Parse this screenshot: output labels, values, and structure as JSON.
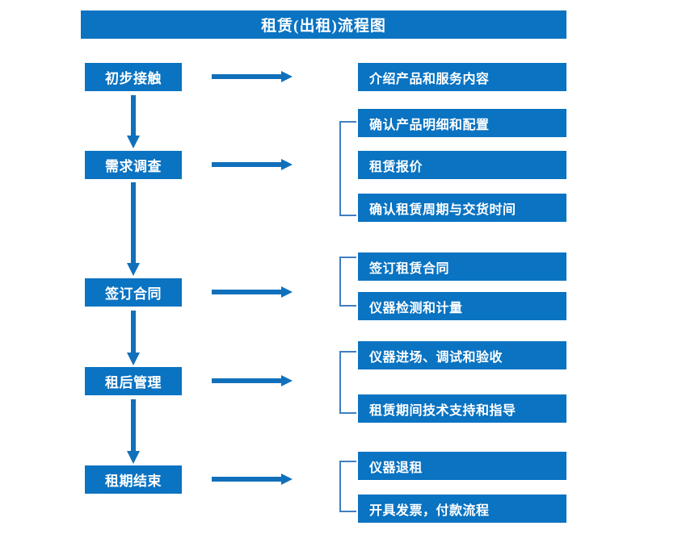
{
  "diagram": {
    "title": "租赁(出租)流程图",
    "accent_color": "#0a73c2",
    "text_color": "#ffffff",
    "background_color": "#ffffff",
    "arrow_icon": "arrow-right-icon",
    "down_arrow_icon": "arrow-down-icon",
    "bracket_icon": "bracket-left-icon"
  },
  "stages": [
    {
      "id": "s1",
      "label": "初步接触"
    },
    {
      "id": "s2",
      "label": "需求调查"
    },
    {
      "id": "s3",
      "label": "签订合同"
    },
    {
      "id": "s4",
      "label": "租后管理"
    },
    {
      "id": "s5",
      "label": "租期结束"
    }
  ],
  "details": {
    "group1": [
      {
        "label": "介绍产品和服务内容"
      }
    ],
    "group2": [
      {
        "label": "确认产品明细和配置"
      },
      {
        "label": "租赁报价"
      },
      {
        "label": "确认租赁周期与交货时间"
      }
    ],
    "group3": [
      {
        "label": "签订租赁合同"
      },
      {
        "label": "仪器检测和计量"
      }
    ],
    "group4": [
      {
        "label": "仪器进场、调试和验收"
      },
      {
        "label": "租赁期间技术支持和指导"
      }
    ],
    "group5": [
      {
        "label": "仪器退租"
      },
      {
        "label": "开具发票，付款流程"
      }
    ]
  }
}
